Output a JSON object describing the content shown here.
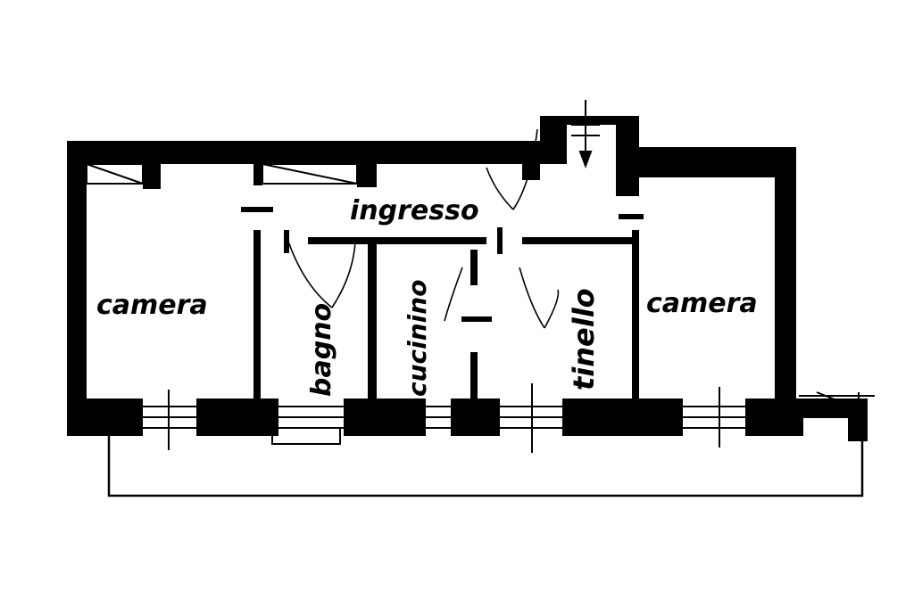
{
  "plan": {
    "ink_color": "#000000",
    "paper_color": "#ffffff",
    "rooms": {
      "camera_left": "camera",
      "bagno": "bagno",
      "ingresso": "ingresso",
      "cucinino": "cucinino",
      "tinello": "tinello",
      "camera_right": "camera"
    }
  }
}
